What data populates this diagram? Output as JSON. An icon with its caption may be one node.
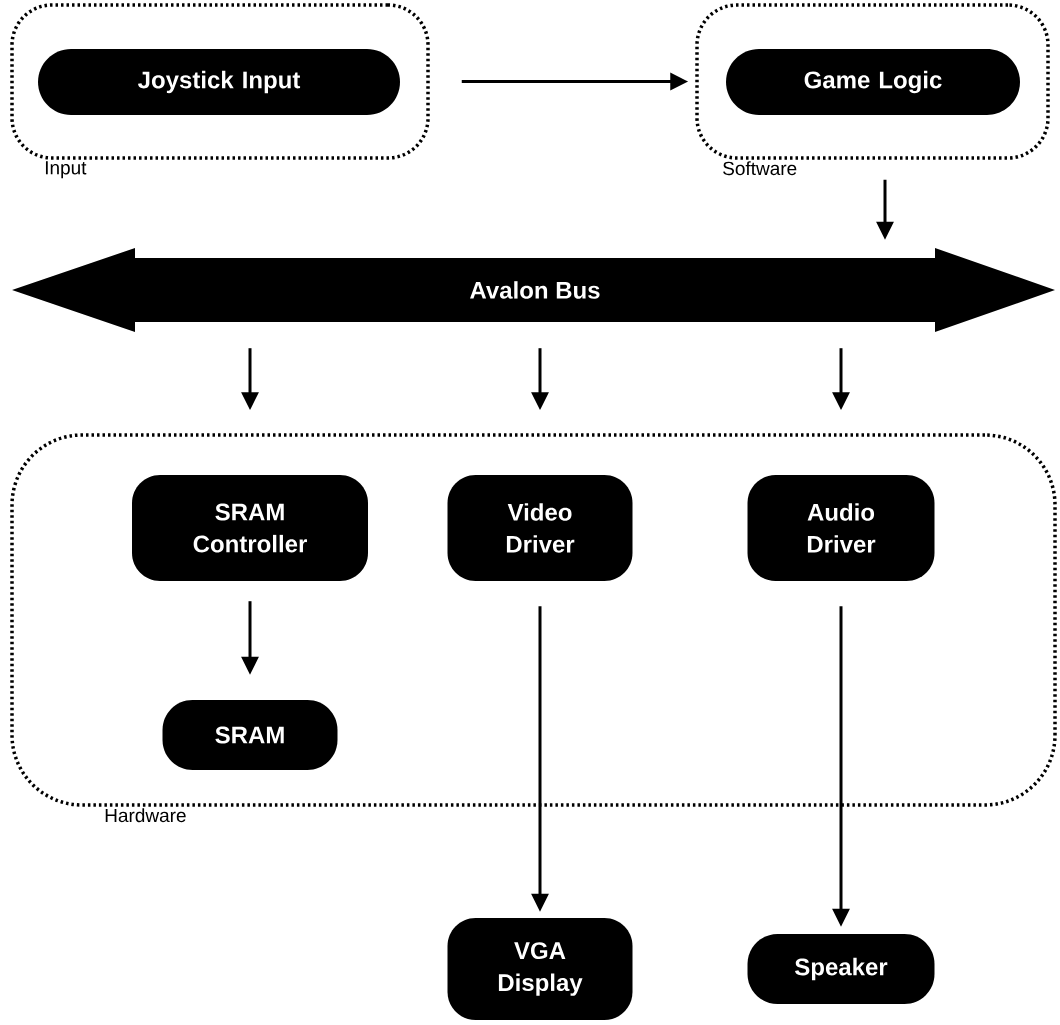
{
  "diagram": {
    "nodes": [
      {
        "text": [
          "Input"
        ]
      },
      {
        "text": [
          "Joystick Input"
        ],
        "in": 0
      },
      {
        "text": [
          "Software"
        ]
      },
      {
        "text": [
          "Game Logic"
        ],
        "in": 2
      },
      {
        "text": [
          "Avalon Bus"
        ]
      },
      {
        "text": [
          "Hardware"
        ]
      },
      {
        "text": [
          "SRAM Controller"
        ],
        "in": 5
      },
      {
        "text": [
          "Video Driver"
        ],
        "in": 5
      },
      {
        "text": [
          "Audio Driver"
        ],
        "in": 5
      },
      {
        "text": [
          "SRAM"
        ],
        "in": 5
      },
      {
        "text": [
          "VGA Display"
        ]
      },
      {
        "text": [
          "Speaker"
        ]
      }
    ],
    "edges": [
      {
        "from": 0,
        "to": 2,
        "arrow": "to"
      },
      {
        "from": 2,
        "to": 4,
        "arrow": "to"
      },
      {
        "from": 4,
        "to": 5,
        "arrow": "to"
      },
      {
        "from": 4,
        "to": 5,
        "arrow": "to"
      },
      {
        "from": 4,
        "to": 5,
        "arrow": "to"
      },
      {
        "from": 6,
        "to": 9,
        "arrow": "to"
      },
      {
        "from": 7,
        "to": 10,
        "arrow": "to"
      },
      {
        "from": 8,
        "to": 11,
        "arrow": "to"
      }
    ]
  }
}
